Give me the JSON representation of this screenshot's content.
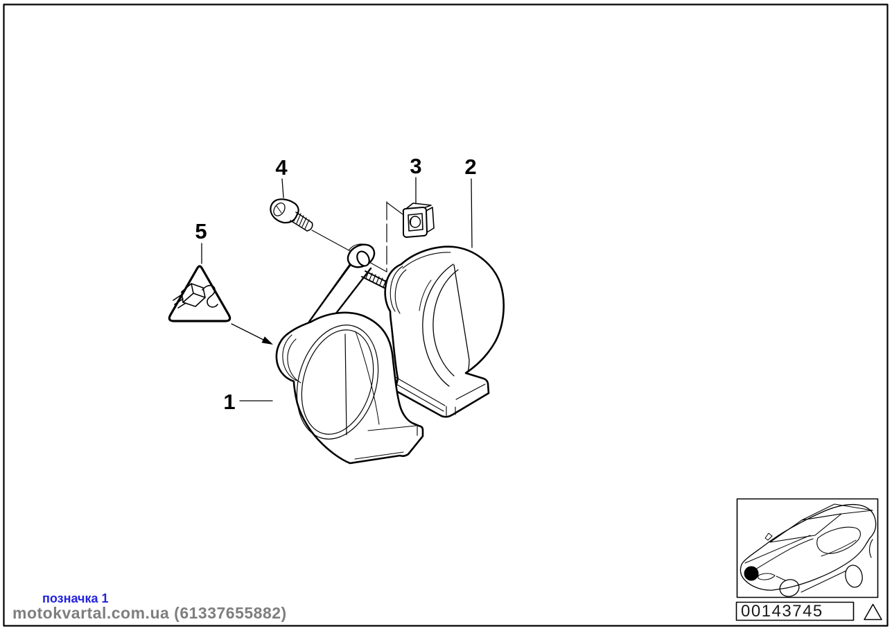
{
  "diagram": {
    "description": "Fanfare horn parts diagram",
    "callouts": [
      {
        "number": "1"
      },
      {
        "number": "2"
      },
      {
        "number": "3"
      },
      {
        "number": "4"
      },
      {
        "number": "5"
      }
    ]
  },
  "footer": {
    "part_number": "00143745"
  },
  "watermark": {
    "line1": "позначка 1",
    "line2": "motokvartal.com.ua (61337655882)"
  },
  "colors": {
    "line": "#000000",
    "background": "#ffffff",
    "watermark_blue": "#2121dd",
    "watermark_gray": "#7e7e7e"
  },
  "icons": {
    "warning_triangle_plug": "warning-triangle-plug-icon",
    "footnote_triangle": "warning-triangle-icon",
    "car_thumbnail": "car-location-thumbnail"
  }
}
